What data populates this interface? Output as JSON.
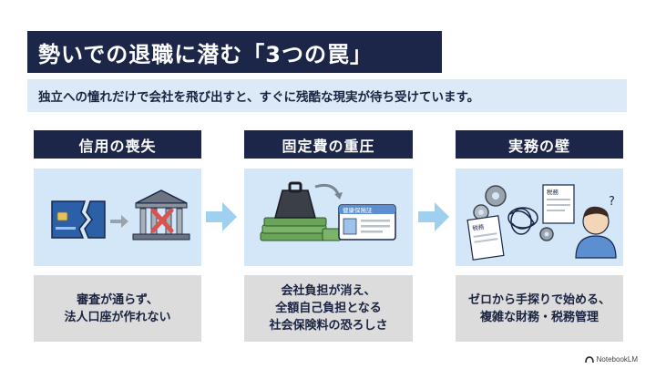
{
  "title": "勢いでの退職に潜む「3つの罠」",
  "subtitle": "独立への憧れだけで会社を飛び出すと、すぐに残酷な現実が待ち受けています。",
  "columns": [
    {
      "header": "信用の喪失",
      "caption_lines": [
        "審査が通らず、",
        "法人口座が作れない"
      ]
    },
    {
      "header": "固定費の重圧",
      "card_label": "健康保険証",
      "caption_lines": [
        "会社負担が消え、",
        "全額自己負担となる",
        "社会保険料の恐ろしさ"
      ]
    },
    {
      "header": "実務の壁",
      "doc_labels": [
        "税務",
        "税務"
      ],
      "caption_lines": [
        "ゼロから手探りで始める、",
        "複雑な財務・税務管理"
      ]
    }
  ],
  "footer": {
    "brand": "NotebookLM"
  },
  "colors": {
    "navy": "#1b2648",
    "panel": "#d3e7f8",
    "subtitle_bg": "#dceaf7",
    "caption_bg": "#dcdcdc",
    "arrow": "#9fd0f0",
    "alert": "#d9534f"
  },
  "icons": [
    "broken-credit-card-icon",
    "bank-rejected-icon",
    "weight-on-money-icon",
    "insurance-card-icon",
    "gears-icon",
    "tangled-thread-icon",
    "tax-document-icon",
    "worried-person-icon",
    "right-arrow-icon"
  ]
}
